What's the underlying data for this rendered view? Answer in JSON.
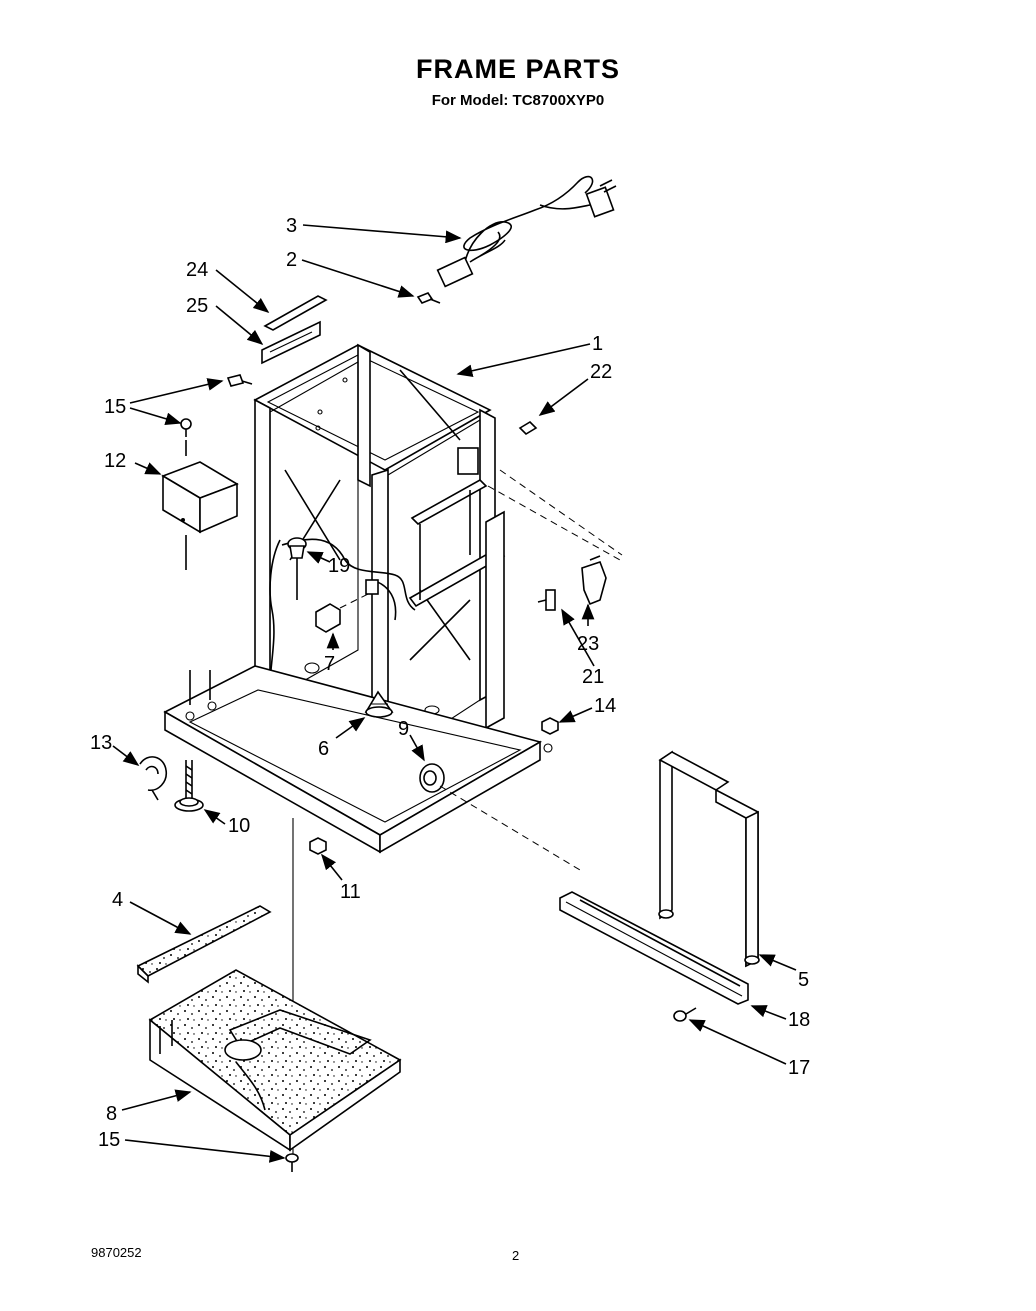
{
  "header": {
    "title": "FRAME PARTS",
    "subtitle": "For Model: TC8700XYP0"
  },
  "footer": {
    "doc_number": "9870252",
    "page_number": "2"
  },
  "callouts": {
    "c1": "1",
    "c2": "2",
    "c3": "3",
    "c4": "4",
    "c5": "5",
    "c6": "6",
    "c7": "7",
    "c8": "8",
    "c9": "9",
    "c10": "10",
    "c11": "11",
    "c12": "12",
    "c13": "13",
    "c14": "14",
    "c15a": "15",
    "c15b": "15",
    "c17": "17",
    "c18": "18",
    "c19": "19",
    "c21": "21",
    "c22": "22",
    "c23": "23",
    "c24": "24",
    "c25": "25"
  }
}
